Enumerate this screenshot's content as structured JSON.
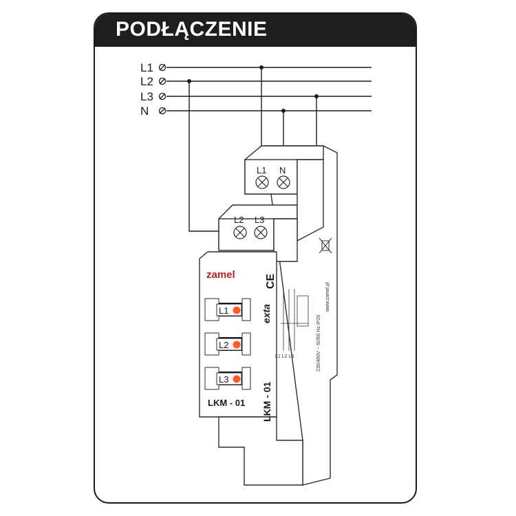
{
  "header": {
    "title": "PODŁĄCZENIE"
  },
  "lines": [
    {
      "label": "L1"
    },
    {
      "label": "L2"
    },
    {
      "label": "L3"
    },
    {
      "label": "N"
    }
  ],
  "device": {
    "brand": "zamel",
    "model_side": "LKM - 01",
    "model_front": "LKM - 01",
    "ce_mark": "CE",
    "exta_logo": "exta",
    "terminals_top": [
      "L1",
      "N"
    ],
    "terminals_middle": [
      "L2",
      "L3"
    ],
    "indicators": [
      {
        "label": "L1",
        "color": "#ff5a2a"
      },
      {
        "label": "L2",
        "color": "#ff5a2a"
      },
      {
        "label": "L3",
        "color": "#ff5a2a"
      }
    ],
    "side_text": [
      "www.zamel.pl",
      "230/400V ~ 50/60 Hz IP20",
      "L1 L2 L3"
    ]
  },
  "colors": {
    "header_bg": "#1e1e1e",
    "line": "#1a1a1a",
    "led": "#ff5a2a"
  }
}
